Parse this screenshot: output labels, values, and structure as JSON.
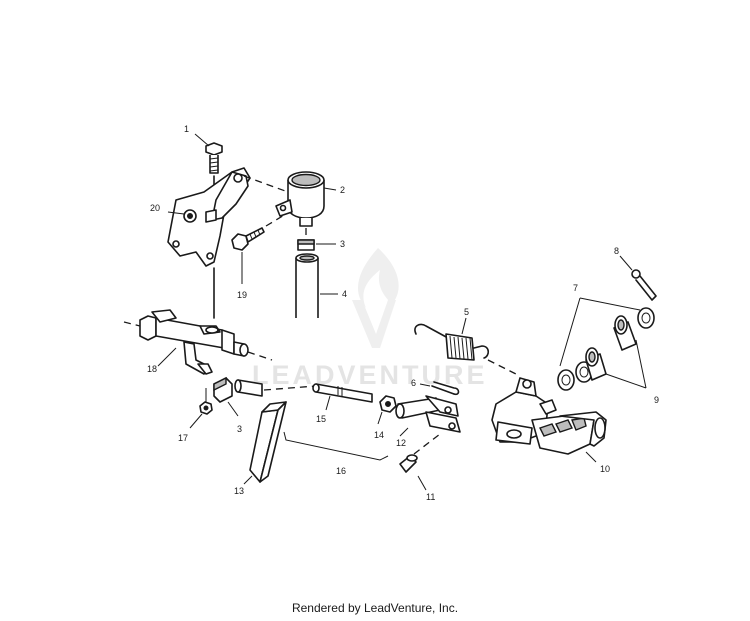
{
  "diagram": {
    "watermark": "LEADVENTURE",
    "callouts": [
      "1",
      "2",
      "3",
      "4",
      "20",
      "19",
      "8",
      "7",
      "6",
      "5",
      "18",
      "17",
      "3",
      "15",
      "14",
      "13",
      "12",
      "16",
      "11",
      "10",
      "9"
    ]
  },
  "footer": {
    "text": "Rendered by LeadVenture, Inc."
  }
}
